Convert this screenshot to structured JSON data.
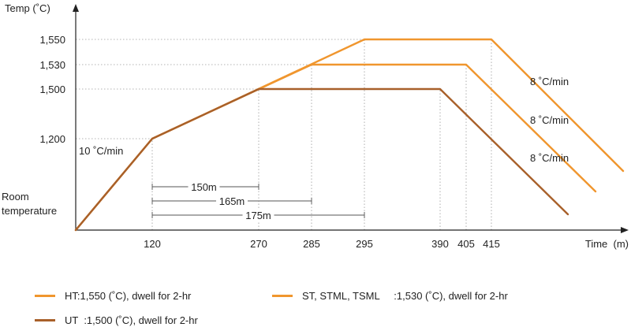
{
  "chart_data": {
    "type": "line",
    "title": "",
    "ylabel": "Temp (˚C)",
    "xlabel": "Time  (m)",
    "x_ticks": [
      "120",
      "270",
      "285",
      "295",
      "390",
      "405",
      "415"
    ],
    "y_ticks": [
      {
        "label": "1,550",
        "value": 1550
      },
      {
        "label": "1,530",
        "value": 1530
      },
      {
        "label": "1,500",
        "value": 1500
      },
      {
        "label": "1,200",
        "value": 1200
      },
      {
        "label": "Room\ntemperature",
        "value": "room"
      }
    ],
    "series": [
      {
        "name": "HT:1,550 (˚C), dwell for 2-hr",
        "color": "#f0962e",
        "points": [
          [
            0,
            "room"
          ],
          [
            120,
            1200
          ],
          [
            295,
            1550
          ],
          [
            415,
            1550
          ],
          [
            "end",
            "end"
          ]
        ]
      },
      {
        "name": "ST, STML, TSML     :1,530 (˚C), dwell for 2-hr",
        "color": "#f0962e",
        "points": [
          [
            0,
            "room"
          ],
          [
            120,
            1200
          ],
          [
            285,
            1530
          ],
          [
            405,
            1530
          ],
          [
            "end",
            "end"
          ]
        ]
      },
      {
        "name": "UT  :1,500 (˚C), dwell for 2-hr",
        "color": "#a8602a",
        "points": [
          [
            0,
            "room"
          ],
          [
            120,
            1200
          ],
          [
            270,
            1500
          ],
          [
            390,
            1500
          ],
          [
            "end",
            "end"
          ]
        ]
      }
    ],
    "annotations": [
      {
        "text": "10 ˚C/min",
        "target": "heating-ramp"
      },
      {
        "text": "8 ˚C/min",
        "target": "HT-cooling"
      },
      {
        "text": "8 ˚C/min",
        "target": "ST-cooling"
      },
      {
        "text": "8 ˚C/min",
        "target": "UT-cooling"
      }
    ],
    "durations": [
      {
        "text": "150m",
        "from": 120,
        "to": 270
      },
      {
        "text": "165m",
        "from": 120,
        "to": 285
      },
      {
        "text": "175m",
        "from": 120,
        "to": 295
      }
    ],
    "grid": "dotted reference lines at key points",
    "legend_position": "bottom"
  }
}
